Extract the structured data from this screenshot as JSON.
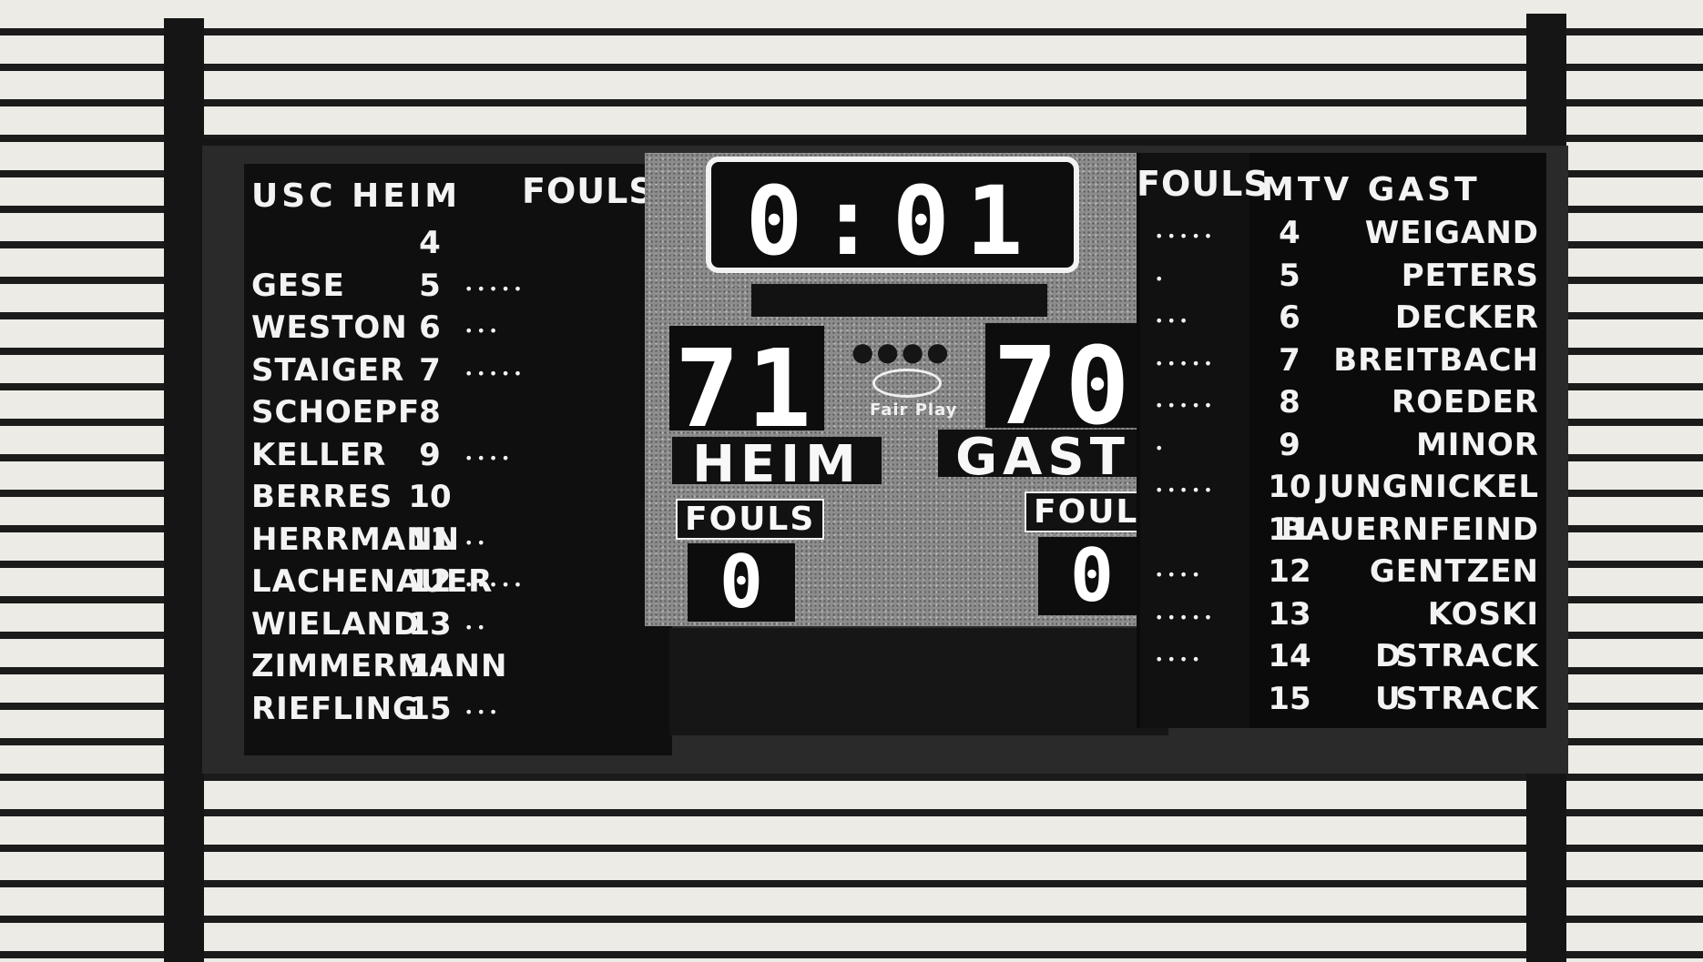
{
  "clock": {
    "display": "0:01"
  },
  "home": {
    "header": "USC HEIM",
    "fouls_header": "FOULS",
    "score": "71",
    "label": "HEIM",
    "team_fouls_label": "FOULS",
    "team_fouls": "0",
    "players": [
      {
        "name": "",
        "number": "4",
        "fouls": ""
      },
      {
        "name": "GESE",
        "number": "5",
        "fouls": "•••••"
      },
      {
        "name": "WESTON",
        "number": "6",
        "fouls": "•••"
      },
      {
        "name": "STAIGER",
        "number": "7",
        "fouls": "•••••"
      },
      {
        "name": "SCHOEPF",
        "number": "8",
        "fouls": ""
      },
      {
        "name": "KELLER",
        "number": "9",
        "fouls": "••••"
      },
      {
        "name": "BERRES",
        "number": "10",
        "fouls": ""
      },
      {
        "name": "HERRMANN",
        "number": "11",
        "fouls": "••"
      },
      {
        "name": "LACHENAUER",
        "number": "12",
        "fouls": "•••••"
      },
      {
        "name": "WIELAND",
        "number": "13",
        "fouls": "••"
      },
      {
        "name": "ZIMMERMANN",
        "number": "14",
        "fouls": ""
      },
      {
        "name": "RIEFLING",
        "number": "15",
        "fouls": "•••"
      }
    ]
  },
  "guest": {
    "header": "MTV GAST",
    "fouls_header": "FOULS",
    "score": "70",
    "label": "GAST",
    "team_fouls_label": "FOULS",
    "team_fouls": "0",
    "players": [
      {
        "name": "WEIGAND",
        "number": "4",
        "fouls": "•••••",
        "letter": ""
      },
      {
        "name": "PETERS",
        "number": "5",
        "fouls": "•",
        "letter": ""
      },
      {
        "name": "DECKER",
        "number": "6",
        "fouls": "•••",
        "letter": ""
      },
      {
        "name": "BREITBACH",
        "number": "7",
        "fouls": "•••••",
        "letter": ""
      },
      {
        "name": "ROEDER",
        "number": "8",
        "fouls": "•••••",
        "letter": ""
      },
      {
        "name": "MINOR",
        "number": "9",
        "fouls": "•",
        "letter": ""
      },
      {
        "name": "JUNGNICKEL",
        "number": "10",
        "fouls": "•••••",
        "letter": ""
      },
      {
        "name": "BAUERNFEIND",
        "number": "11",
        "fouls": "",
        "letter": ""
      },
      {
        "name": "GENTZEN",
        "number": "12",
        "fouls": "••••",
        "letter": ""
      },
      {
        "name": "KOSKI",
        "number": "13",
        "fouls": "•••••",
        "letter": ""
      },
      {
        "name": "STRACK",
        "number": "14",
        "fouls": "••••",
        "letter": "D"
      },
      {
        "name": "STRACK",
        "number": "15",
        "fouls": "",
        "letter": "U"
      }
    ]
  },
  "center": {
    "indicator_lamps": "●●●●",
    "logo_text": "Fair Play"
  }
}
